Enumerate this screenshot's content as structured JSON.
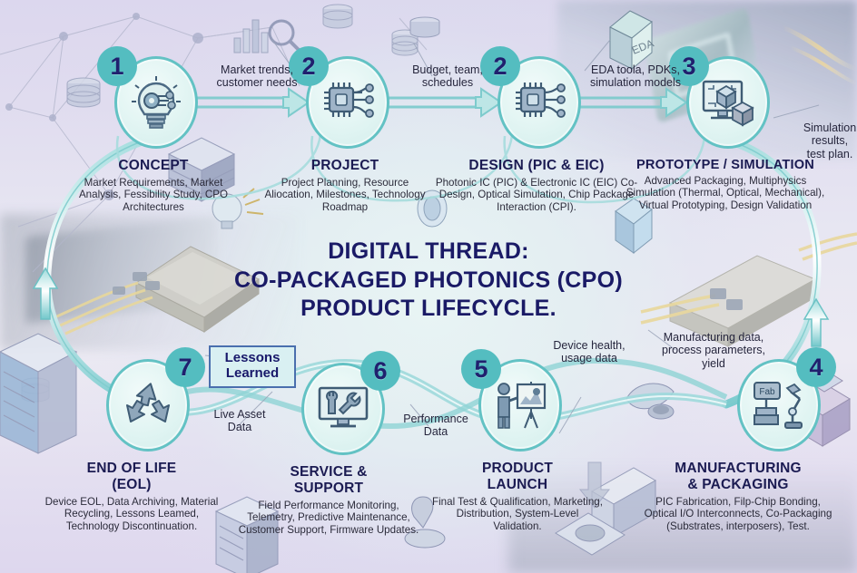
{
  "center": {
    "line1": "DIGITAL THREAD:",
    "line2": "CO-PACKAGED PHOTONICS (CPO)",
    "line3": "PRODUCT LIFECYCLE."
  },
  "lessons_box": {
    "line1": "Lessons",
    "line2": "Learned"
  },
  "stages": [
    {
      "number": "1",
      "title": "CONCEPT",
      "desc": "Market Requirements, Market Analysis, Fessibility Study, CPO Architectures",
      "icon": "lightbulb-gear-icon"
    },
    {
      "number": "2",
      "title": "PROJECT",
      "desc": "Project Planning, Resource Aliocation, Milestones, Technology Roadmap",
      "icon": "microchip-icon"
    },
    {
      "number": "2",
      "title": "DESIGN (PIC & EIC)",
      "desc": "Photonic IC (PIC) & Electronic IC (EIC) Co-Design, Optical Simulation, Chip Package Interaction (CPI).",
      "icon": "microchip-icon"
    },
    {
      "number": "3",
      "title": "PROTOTYPE / SIMULATION",
      "desc": "Advanced Packaging, Multiphysics Simulation (Thermal, Optical, Mechanical), Virtual Prototyping, Design Validation",
      "icon": "monitor-cube-icon"
    },
    {
      "number": "4",
      "title_line1": "MANUFACTURING",
      "title_line2": "& PACKAGING",
      "desc": "PIC Fabrication, Filp-Chip Bonding, Optical I/O Interconnects, Co-Packaging (Substrates, interposers), Test.",
      "icon": "fab-robot-arm-icon",
      "icon_label": "Fab"
    },
    {
      "number": "5",
      "title_line1": "PRODUCT",
      "title_line2": "LAUNCH",
      "desc": "Final Test & Qualification, Marketing, Distribution, System-Level Validation.",
      "icon": "presenter-board-icon"
    },
    {
      "number": "6",
      "title_line1": "SERVICE &",
      "title_line2": "SUPPORT",
      "desc": "Field Performance Monitoring, Telemetry, Predictive Maintenance, Customer Support, Firmware Updates.",
      "icon": "monitor-wrench-icon"
    },
    {
      "number": "7",
      "title_line1": "END OF LIFE",
      "title_line2": "(EOL)",
      "desc": "Device EOL, Data Archiving, Material Recycling, Lessons Leamed, Technology Discontinuation.",
      "icon": "recycle-icon"
    }
  ],
  "callouts": [
    {
      "id": "market",
      "line1": "Market trends,",
      "line2": "customer needs"
    },
    {
      "id": "budget",
      "line1": "Budget, team,",
      "line2": "schedules"
    },
    {
      "id": "eda",
      "line1": "EDA toola, PDKs,",
      "line2": "simulation models"
    },
    {
      "id": "simulation",
      "line1": "Simulation",
      "line2": "results,",
      "line3": "test plan."
    },
    {
      "id": "manufacturing",
      "line1": "Manufacturing data,",
      "line2": "process parameters,",
      "line3": "yield"
    },
    {
      "id": "device",
      "line1": "Device health,",
      "line2": "usage data"
    },
    {
      "id": "performance",
      "line1": "Performance",
      "line2": "Data"
    },
    {
      "id": "liveasset",
      "line1": "Live Asset",
      "line2": "Data"
    }
  ],
  "icon_labels": {
    "eda_book": "EDA"
  },
  "colors": {
    "teal": "#54bdc0",
    "teal_ring": "#63c2c4",
    "navy": "#1a1a66",
    "bubble_fill": "#e0f4f2",
    "box_border": "#4a6fae",
    "background": "#ded9ee"
  }
}
